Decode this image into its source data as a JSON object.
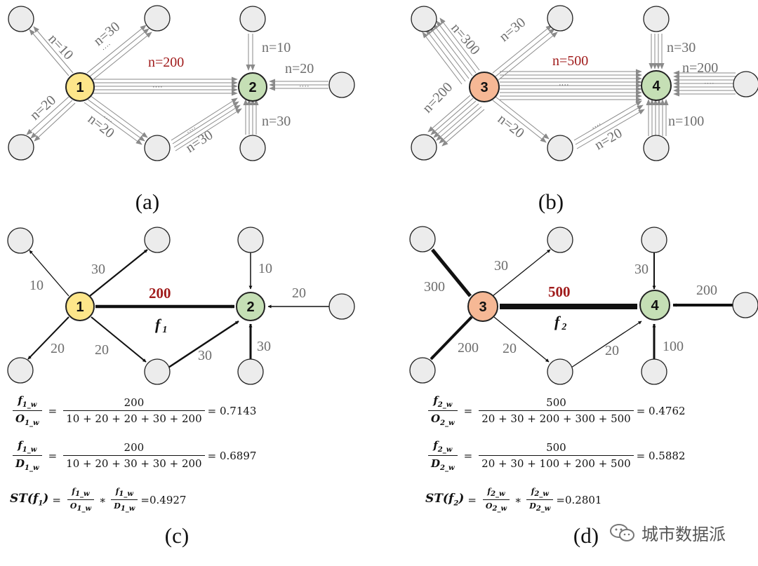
{
  "panels": {
    "a": {
      "caption": "(a)",
      "origin": "1",
      "dest": "2",
      "labels": {
        "n10": "n=10",
        "n30a": "n=30",
        "n20a": "n=20",
        "n20b": "n=20",
        "main": "n=200",
        "d10": "n=10",
        "d20": "n=20",
        "d30a": "n=30",
        "d30b": "n=30"
      }
    },
    "b": {
      "caption": "(b)",
      "origin": "3",
      "dest": "4",
      "labels": {
        "n300": "n=300",
        "n30": "n=30",
        "n200": "n=200",
        "n20a": "n=20",
        "main": "n=500",
        "d30": "n=30",
        "d200": "n=200",
        "d100": "n=100",
        "d20": "n=20"
      }
    },
    "c": {
      "caption": "(c)",
      "origin": "1",
      "dest": "2",
      "flow_label": "f",
      "flow_sub": "1",
      "labels": {
        "e10": "10",
        "e30": "30",
        "e20a": "20",
        "e20b": "20",
        "main": "200",
        "d10": "10",
        "d20": "20",
        "d30a": "30",
        "d30b": "30"
      }
    },
    "d": {
      "caption": "(d)",
      "origin": "3",
      "dest": "4",
      "flow_label": "f",
      "flow_sub": "2",
      "labels": {
        "e300": "300",
        "e30": "30",
        "e200": "200",
        "e20a": "20",
        "main": "500",
        "d30": "30",
        "d200": "200",
        "d100": "100",
        "d20": "20"
      }
    }
  },
  "dots": "····",
  "formulas": {
    "c": {
      "r1": {
        "num_var": "f",
        "num_sub": "1_w",
        "den_var": "O",
        "den_sub": "1_w",
        "frac_num": "200",
        "frac_den": "10 + 20 + 20 + 30 + 200",
        "result": "= 0.7143"
      },
      "r2": {
        "num_var": "f",
        "num_sub": "1_w",
        "den_var": "D",
        "den_sub": "1_w",
        "frac_num": "200",
        "frac_den": "10 + 20 + 30 + 30 + 200",
        "result": "= 0.6897"
      },
      "st": {
        "lhs_a": "ST(",
        "lhs_var": "f",
        "lhs_sub": "1",
        "lhs_b": ")",
        "eq": "=",
        "f1_num": "f",
        "f1_num_sub": "1_w",
        "f1_den": "O",
        "f1_den_sub": "1_w",
        "op": "∗",
        "f2_num": "f",
        "f2_num_sub": "1_w",
        "f2_den": "D",
        "f2_den_sub": "1_w",
        "result": "=0.4927"
      }
    },
    "d": {
      "r1": {
        "num_var": "f",
        "num_sub": "2_w",
        "den_var": "O",
        "den_sub": "2_w",
        "frac_num": "500",
        "frac_den": "20 + 30 + 200 + 300 + 500",
        "result": "= 0.4762"
      },
      "r2": {
        "num_var": "f",
        "num_sub": "2_w",
        "den_var": "D",
        "den_sub": "2_w",
        "frac_num": "500",
        "frac_den": "20 + 30 + 100 + 200 + 500",
        "result": "= 0.5882"
      },
      "st": {
        "lhs_a": "ST(",
        "lhs_var": "f",
        "lhs_sub": "2",
        "lhs_b": ")",
        "eq": "=",
        "f1_num": "f",
        "f1_num_sub": "2_w",
        "f1_den": "O",
        "f1_den_sub": "2_w",
        "op": "∗",
        "f2_num": "f",
        "f2_num_sub": "2_w",
        "f2_den": "D",
        "f2_den_sub": "2_w",
        "result": "=0.2801"
      }
    }
  },
  "watermark": {
    "text": "城市数据派"
  },
  "colors": {
    "origin_yellow": "#fde68a",
    "origin_orange": "#f6b895",
    "dest_green": "#c5dfb5",
    "node_gray": "#ececec",
    "red_label": "#a01b1b"
  }
}
